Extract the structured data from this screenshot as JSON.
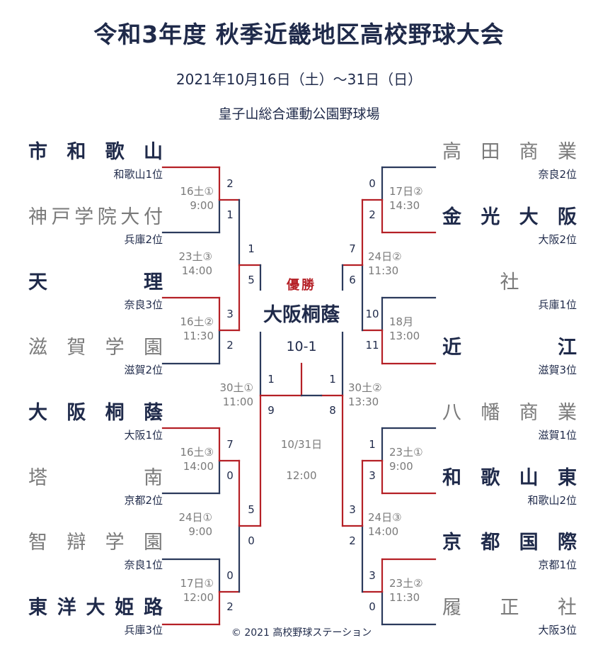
{
  "header": {
    "title": "令和3年度 秋季近畿地区高校野球大会",
    "dates": "2021年10月16日（土）～31日（日）",
    "venue": "皇子山総合運動公園野球場"
  },
  "colors": {
    "winner": "#b52026",
    "loser": "#2b3a5c",
    "text": "#1f2a4a",
    "muted": "#7a7a7a"
  },
  "left": {
    "teams": [
      {
        "name": "市和歌山",
        "rank": "和歌山1位",
        "seeded": true
      },
      {
        "name": "神戸学院大付",
        "rank": "兵庫2位",
        "seeded": false
      },
      {
        "name": "天理",
        "rank": "奈良3位",
        "seeded": true
      },
      {
        "name": "滋賀学園",
        "rank": "滋賀2位",
        "seeded": false
      },
      {
        "name": "大阪桐蔭",
        "rank": "大阪1位",
        "seeded": true
      },
      {
        "name": "塔南",
        "rank": "京都2位",
        "seeded": false
      },
      {
        "name": "智辯学園",
        "rank": "奈良1位",
        "seeded": false
      },
      {
        "name": "東洋大姫路",
        "rank": "兵庫3位",
        "seeded": true
      }
    ],
    "r1": [
      {
        "label": [
          "16土①",
          "9:00"
        ],
        "scores": [
          "2",
          "1"
        ]
      },
      {
        "label": [
          "16土②",
          "11:30"
        ],
        "scores": [
          "3",
          "2"
        ]
      },
      {
        "label": [
          "16土③",
          "14:00"
        ],
        "scores": [
          "7",
          "0"
        ]
      },
      {
        "label": [
          "17日①",
          "12:00"
        ],
        "scores": [
          "0",
          "2"
        ]
      }
    ],
    "r2": [
      {
        "label": [
          "23土③",
          "14:00"
        ],
        "scores": [
          "1",
          "5"
        ]
      },
      {
        "label": [
          "24日①",
          "9:00"
        ],
        "scores": [
          "5",
          "0"
        ]
      }
    ],
    "sf": {
      "label": [
        "30土①",
        "11:00"
      ],
      "scores": [
        "1",
        "9"
      ]
    }
  },
  "right": {
    "teams": [
      {
        "name": "高田商業",
        "rank": "奈良2位",
        "seeded": false
      },
      {
        "name": "金光大阪",
        "rank": "大阪2位",
        "seeded": true
      },
      {
        "name": "社",
        "rank": "兵庫1位",
        "seeded": false
      },
      {
        "name": "近江",
        "rank": "滋賀3位",
        "seeded": false
      },
      {
        "name": "八幡商業",
        "rank": "滋賀1位",
        "seeded": false
      },
      {
        "name": "和歌山東",
        "rank": "和歌山2位",
        "seeded": true
      },
      {
        "name": "京都国際",
        "rank": "京都1位",
        "seeded": true
      },
      {
        "name": "履正社",
        "rank": "大阪3位",
        "seeded": false
      }
    ],
    "r1": [
      {
        "label": [
          "17日②",
          "14:30"
        ],
        "scores": [
          "0",
          "2"
        ]
      },
      {
        "label": [
          "18月",
          "13:00"
        ],
        "scores": [
          "10",
          "11"
        ]
      },
      {
        "label": [
          "23土①",
          "9:00"
        ],
        "scores": [
          "1",
          "3"
        ]
      },
      {
        "label": [
          "23土②",
          "11:30"
        ],
        "scores": [
          "3",
          "0"
        ]
      }
    ],
    "r2": [
      {
        "label": [
          "24日②",
          "11:30"
        ],
        "scores": [
          "7",
          "6"
        ]
      },
      {
        "label": [
          "24日③",
          "14:00"
        ],
        "scores": [
          "3",
          "2"
        ]
      }
    ],
    "sf": {
      "label": [
        "30土②",
        "13:30"
      ],
      "scores": [
        "1",
        "8"
      ]
    }
  },
  "final": {
    "champion_label": "優勝",
    "champion": "大阪桐蔭",
    "score": "10-1",
    "date": "10/31日",
    "time": "12:00"
  },
  "footer": {
    "copyright": "© 2021 高校野球ステーション"
  }
}
